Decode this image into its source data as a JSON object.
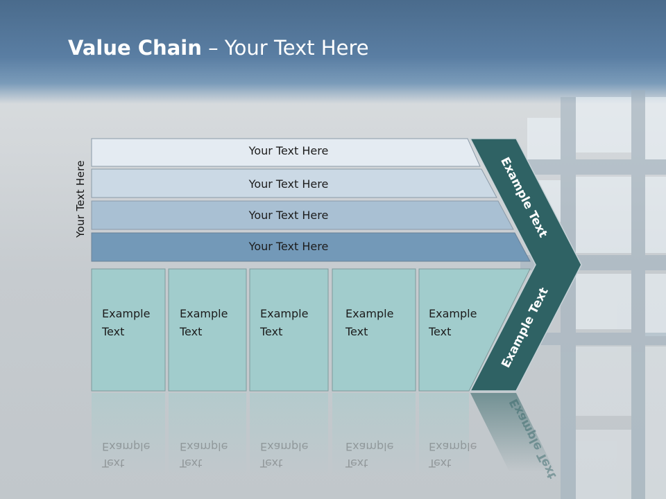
{
  "slide": {
    "title_bold": "Value Chain",
    "title_rest": " – Your Text Here",
    "side_label": "Your Text Here",
    "bands": [
      {
        "label": "Your Text Here"
      },
      {
        "label": "Your Text Here"
      },
      {
        "label": "Your Text Here"
      },
      {
        "label": "Your Text Here"
      }
    ],
    "boxes": [
      {
        "line1": "Example",
        "line2": "Text"
      },
      {
        "line1": "Example",
        "line2": "Text"
      },
      {
        "line1": "Example",
        "line2": "Text"
      },
      {
        "line1": "Example",
        "line2": "Text"
      },
      {
        "line1": "Example",
        "line2": "Text"
      }
    ],
    "chevron_top": "Example Text",
    "chevron_bottom": "Example Text"
  },
  "colors": {
    "header": "#5a7ea3",
    "band1": "#e4ebf2",
    "band2": "#cbd9e5",
    "band3": "#a9c0d3",
    "band4": "#7399b8",
    "box": "#a1cccc",
    "chevron": "#2f6264"
  }
}
